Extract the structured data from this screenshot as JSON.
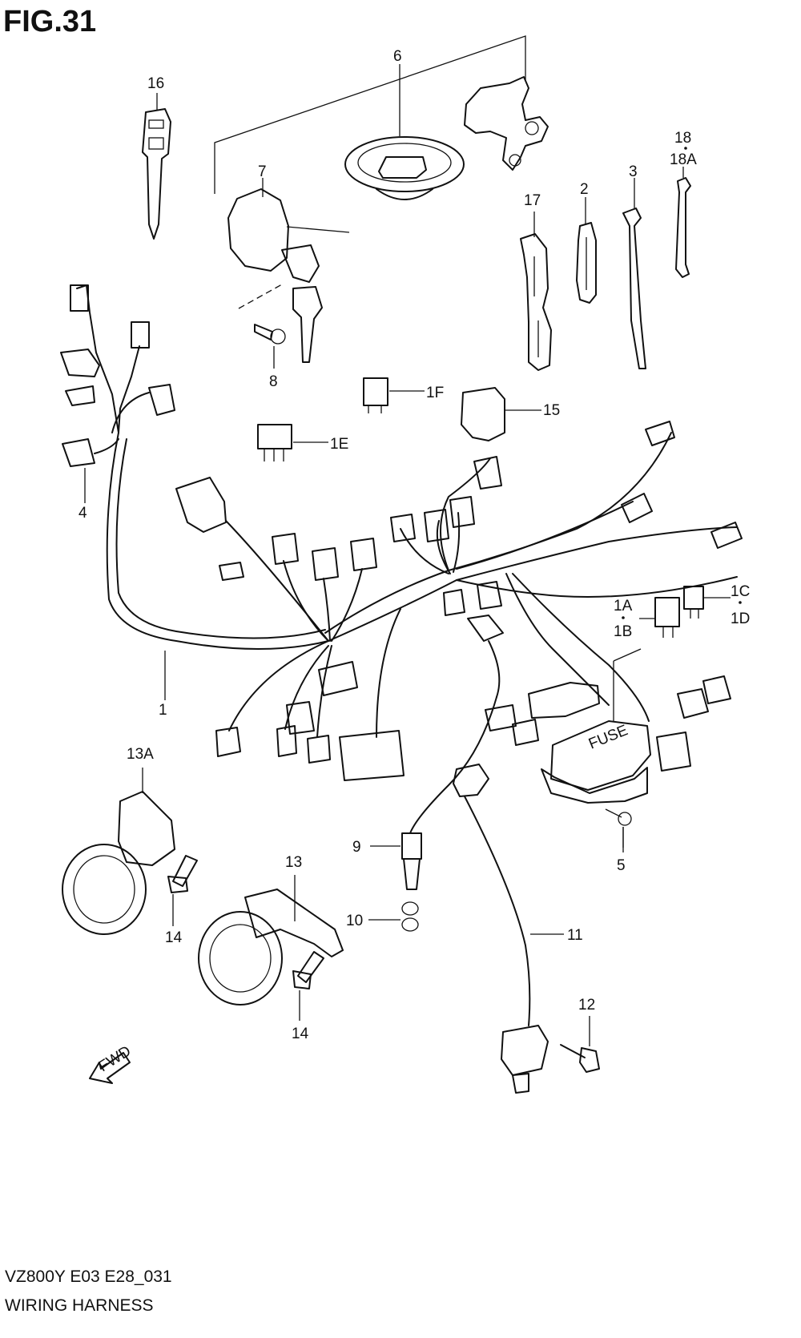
{
  "figure": {
    "title": "FIG.31",
    "code": "VZ800Y E03 E28_031",
    "name": "WIRING HARNESS",
    "fwd_label": "FWD"
  },
  "callouts": [
    {
      "id": "16",
      "label": "16"
    },
    {
      "id": "6",
      "label": "6"
    },
    {
      "id": "7",
      "label": "7"
    },
    {
      "id": "8",
      "label": "8"
    },
    {
      "id": "17",
      "label": "17"
    },
    {
      "id": "2",
      "label": "2"
    },
    {
      "id": "3",
      "label": "3"
    },
    {
      "id": "18",
      "label": "18"
    },
    {
      "id": "18A",
      "label": "18A"
    },
    {
      "id": "1F",
      "label": "1F"
    },
    {
      "id": "15",
      "label": "15"
    },
    {
      "id": "1E",
      "label": "1E"
    },
    {
      "id": "4",
      "label": "4"
    },
    {
      "id": "1",
      "label": "1"
    },
    {
      "id": "1A",
      "label": "1A"
    },
    {
      "id": "1B",
      "label": "1B"
    },
    {
      "id": "1C",
      "label": "1C"
    },
    {
      "id": "1D",
      "label": "1D"
    },
    {
      "id": "5",
      "label": "5"
    },
    {
      "id": "13A",
      "label": "13A"
    },
    {
      "id": "13",
      "label": "13"
    },
    {
      "id": "14a",
      "label": "14"
    },
    {
      "id": "14b",
      "label": "14"
    },
    {
      "id": "9",
      "label": "9"
    },
    {
      "id": "10",
      "label": "10"
    },
    {
      "id": "11",
      "label": "11"
    },
    {
      "id": "12",
      "label": "12"
    }
  ],
  "fuse_box_label": "FUSE"
}
